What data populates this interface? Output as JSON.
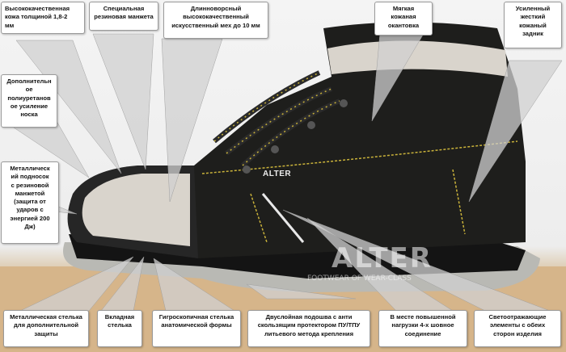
{
  "callouts": {
    "leather": "Высококачественная\nкожа толщиной 1,8-2\nмм",
    "rubber_cuff": "Специальная\nрезиновая манжета",
    "fur": "Длинноворсный\nвысококачественный\nискусственный мех до 10 мм",
    "soft_edge": "Мягкая\nкожаная\nокантовка",
    "heel_back": "Усиленный\nжесткий\nкожаный\nзадник",
    "toe_pu": "Дополнительн\nое\nполиуретанов\nое  усиление\nноска",
    "metal_toecap": "Металлическ\nий подносок\nс резиновой\nманжетой\n(защита от\nударов с\nэнергией 200\nДж)",
    "metal_insole": "Металлическая стелька\nдля дополнительной\nзащиты",
    "insert_insole": "Вкладная\nстелька",
    "hygro_insole": "Гигроскопичная стелька\nанатомической формы",
    "sole": "Двуслойная подошва  с анти\nскользящим протектором ПУ/ТПУ\nлитьевого метода крепления",
    "seam": "В месте повышенной\nнагрузки 4-х шовное\nсоединение",
    "reflective": "Светоотражающие\nэлементы с обеих\nсторон изделия"
  },
  "brand_logo": "ALTER",
  "watermark": {
    "big": "ALTER",
    "small": "FOOTWEAR OF WEAR-CLASS"
  },
  "colors": {
    "leather": "#1e1e1c",
    "stitch": "#c9b23a",
    "sole_top": "#141414",
    "sole_bottom": "#b9b9b4",
    "fur": "#d9d4cc"
  }
}
